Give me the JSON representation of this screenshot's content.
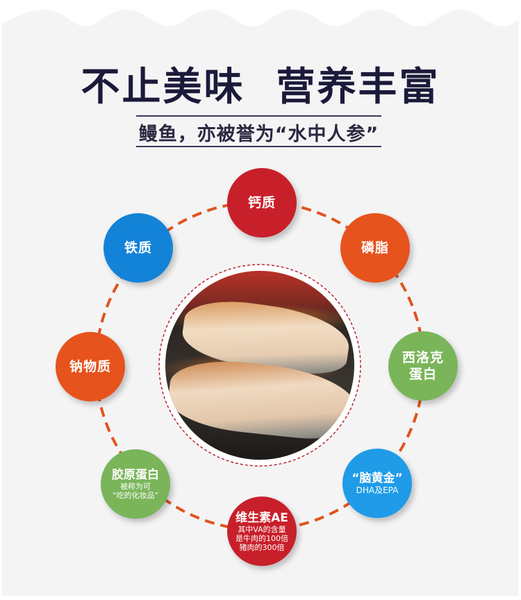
{
  "header": {
    "title": "不止美味  营养丰富",
    "subtitle": "鳗鱼，亦被誉为“水中人参”"
  },
  "center_image": {
    "alt": "grilled-eel-photo"
  },
  "colors": {
    "background": "#f4f4f5",
    "title": "#1c1a3a",
    "ring_dash": "#e0541e",
    "inner_ring_dash": "#b8232b",
    "red": "#c8202a",
    "orange": "#e6531c",
    "blue": "#1383d8",
    "light_blue": "#1f9be8",
    "green": "#7ab55a"
  },
  "nutrients": [
    {
      "id": "calcium",
      "label": "钙质",
      "color": "#c8202a"
    },
    {
      "id": "phospholipid",
      "label": "磷脂",
      "color": "#e6531c"
    },
    {
      "id": "xiluoke-protein",
      "label_line1": "西洛克",
      "label_line2": "蛋白",
      "color": "#7ab55a"
    },
    {
      "id": "dha-epa",
      "label": "“脑黄金”",
      "note": "DHA及EPA",
      "color": "#1f9be8"
    },
    {
      "id": "vitamin-ae",
      "label": "维生素AE",
      "note_lines": [
        "其中VA的含量",
        "是牛肉的100倍",
        "猪肉的300倍"
      ],
      "color": "#c8202a"
    },
    {
      "id": "collagen",
      "label": "胶原蛋白",
      "note_lines": [
        "被称为可",
        "“吃的化妆品”"
      ],
      "color": "#7ab55a"
    },
    {
      "id": "sodium",
      "label": "钠物质",
      "color": "#e6531c"
    },
    {
      "id": "iron",
      "label": "铁质",
      "color": "#1383d8"
    }
  ]
}
